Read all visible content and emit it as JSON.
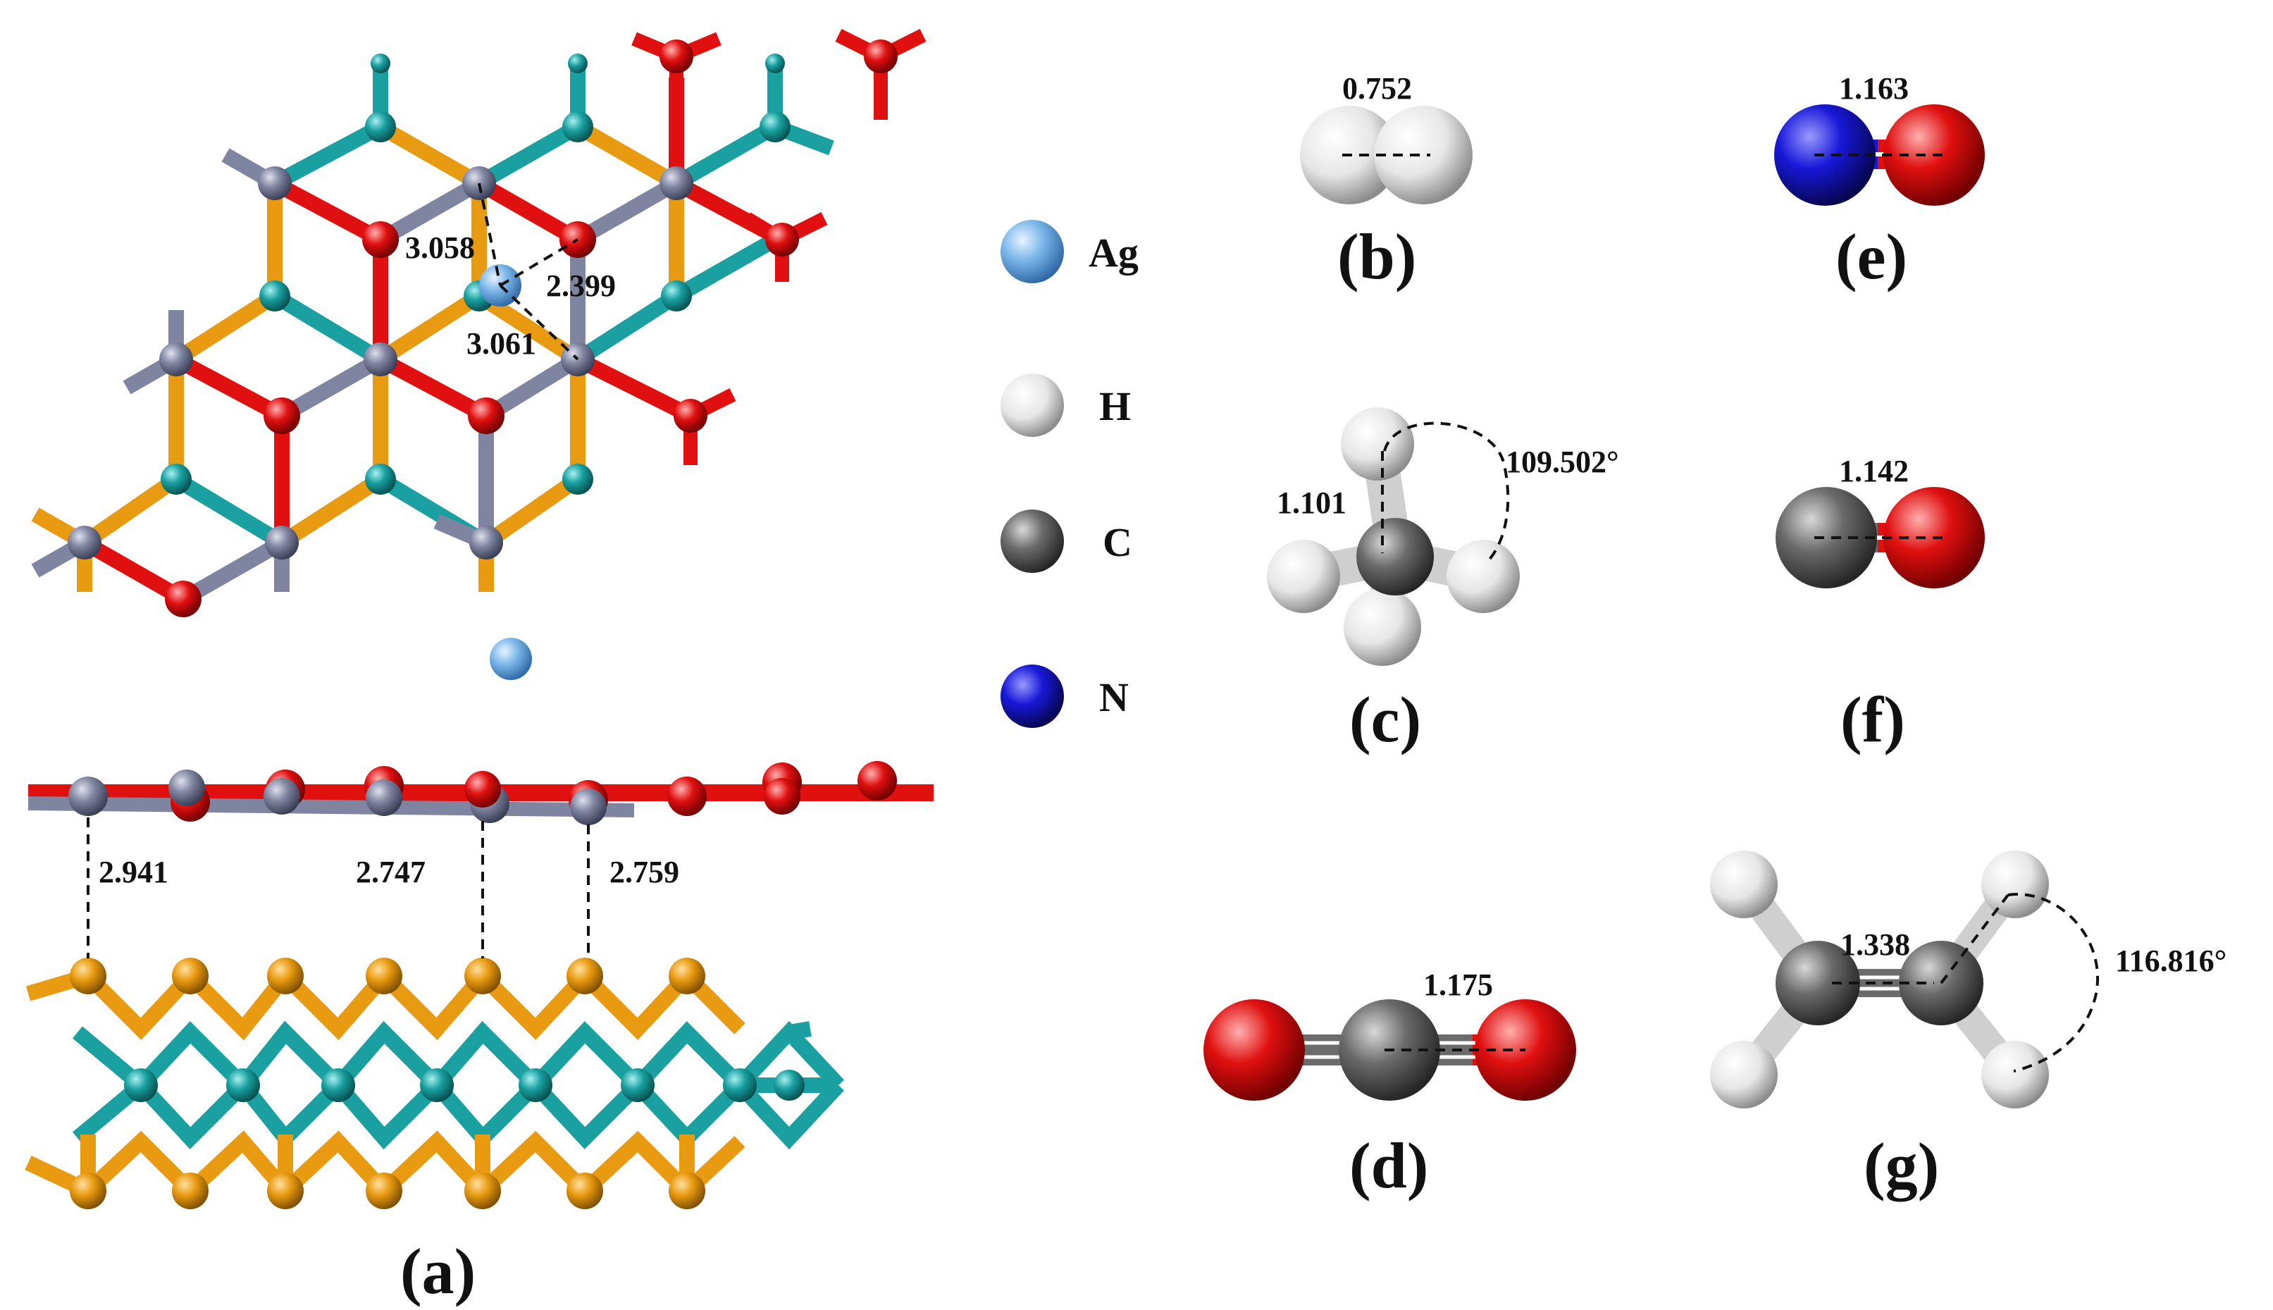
{
  "figure": {
    "panel_labels": {
      "a": "(a)",
      "b": "(b)",
      "c": "(c)",
      "d": "(d)",
      "e": "(e)",
      "f": "(f)",
      "g": "(g)"
    },
    "legend": [
      {
        "symbol": "Ag",
        "color": "#7db8ea"
      },
      {
        "symbol": "H",
        "color": "#f2f2f2"
      },
      {
        "symbol": "C",
        "color": "#6b6b6b"
      },
      {
        "symbol": "N",
        "color": "#1818d8"
      }
    ],
    "panel_a": {
      "top_view_distances": [
        "3.058",
        "2.399",
        "3.061"
      ],
      "side_view_distances": [
        "2.941",
        "2.747",
        "2.759"
      ]
    },
    "panel_b": {
      "bond_length": "0.752"
    },
    "panel_c": {
      "bond_length": "1.101",
      "bond_angle": "109.502°"
    },
    "panel_d": {
      "bond_length": "1.175"
    },
    "panel_e": {
      "bond_length": "1.163"
    },
    "panel_f": {
      "bond_length": "1.142"
    },
    "panel_g": {
      "bond_length": "1.338",
      "bond_angle": "116.816°"
    },
    "colors": {
      "ag": "#7db8ea",
      "h": "#f2f2f2",
      "c": "#6b6b6b",
      "n": "#1818d8",
      "o": "#e01010",
      "teal": "#1aa0a0",
      "orange": "#e89a10",
      "slate": "#7f84a0"
    }
  }
}
